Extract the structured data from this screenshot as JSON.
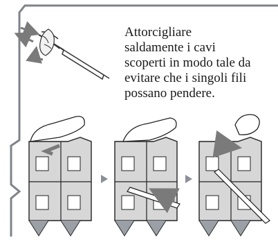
{
  "instruction": {
    "lines": [
      "Attorcigliare",
      "saldamente i cavi",
      "scoperti in modo tale da",
      "evitare che i singoli fili",
      "possano pendere."
    ]
  },
  "icons": {
    "panel": "panel-frame-icon",
    "cable": "twisting-cable-icon",
    "terminal_1": "speaker-terminal-press-icon",
    "terminal_2": "speaker-terminal-insert-icon",
    "terminal_3": "speaker-terminal-release-icon",
    "step_arrow": "step-arrow-icon"
  },
  "colors": {
    "frame": "#7f8389",
    "arrow_fill": "#8a8f98",
    "terminal_fill": "#d7d7d7",
    "line": "#222222"
  }
}
